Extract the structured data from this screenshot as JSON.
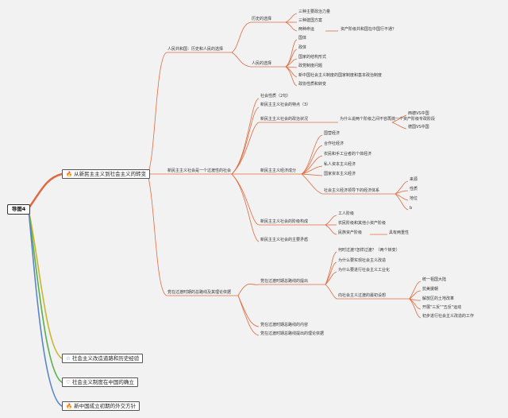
{
  "root": {
    "label": "导图4"
  },
  "main_topics": [
    {
      "label": "从新民主主义到社会主义的转变",
      "icon": "flame-icon",
      "color": "#e06a3f"
    },
    {
      "label": "社会主义改造道路和历史经验",
      "icon": "star-icon",
      "color": "#c9b432"
    },
    {
      "label": "社会主义制度在中国的确立",
      "icon": "heart-icon",
      "color": "#58b046"
    },
    {
      "label": "新中国成立初期的外交方针",
      "icon": "flame-icon",
      "color": "#5a86c6"
    }
  ],
  "sub": {
    "a1": "人民共和国：历史和人民的选择",
    "a1_1": "历史的选择",
    "a1_1_items": [
      "三种主要政治力量",
      "三种建国方案",
      "两种命运"
    ],
    "a1_1_note": "资产阶级共和国在中国行不通？",
    "a1_2": "人民的选择",
    "a1_2_items": [
      "国体",
      "政体",
      "国家的结构形式",
      "政党制度问题",
      "新中国社会主义制度的国家制度和基本政治制度",
      "政协性质和转变"
    ],
    "a2": "新民主主义社会是一个过渡性的社会",
    "a2_items_top": [
      "社会性质（2句）",
      "新民主主义社会的特点（3）"
    ],
    "a2_pol": "新民主主义社会的政治状况",
    "a2_pol_note": "为什么说两个阶级之间不容再搞一个资产阶级专政阶段",
    "a2_pol_leaves": [
      "西德VS中国",
      "德国VS中国"
    ],
    "a2_eco": "新民主主义经济成分",
    "a2_eco_items": [
      "国营经济",
      "合作社经济",
      "农民和手工业者的个体经济",
      "私人资本主义经济",
      "国家资本主义经济"
    ],
    "a2_eco_lead": "社会主义经济领导下的经济体系",
    "a2_eco_lead_items": [
      "来源",
      "性质",
      "地位",
      "b"
    ],
    "a2_cls": "新民主主义社会的阶级构成",
    "a2_cls_items": [
      "工人阶级",
      "农民阶级和其他小资产阶级",
      "民族资产阶级"
    ],
    "a2_cls_note": "具有两重性",
    "a2_con": "新民主主义社会的主要矛盾",
    "a3": "党在过渡时期的总路线及其理论依据",
    "a3_1": "党在过渡时期总路线的提出",
    "a3_1_items": [
      "何时过渡?怎样过渡？（两个转变）",
      "为什么要实现社会主义改造",
      "为什么要进行社会主义工业化"
    ],
    "a3_1_way": "向社会主义过渡的最初设想",
    "a3_1_way_items": [
      "统一祖国大陆",
      "抗美援朝",
      "解放区的土地改革",
      "开展\"三反\"\"五反\"运动",
      "初步进行社会主义改造的工作"
    ],
    "a3_2": "党在过渡时期总路线的内容",
    "a3_3": "党在过渡时期总路线提出的理论依据"
  }
}
